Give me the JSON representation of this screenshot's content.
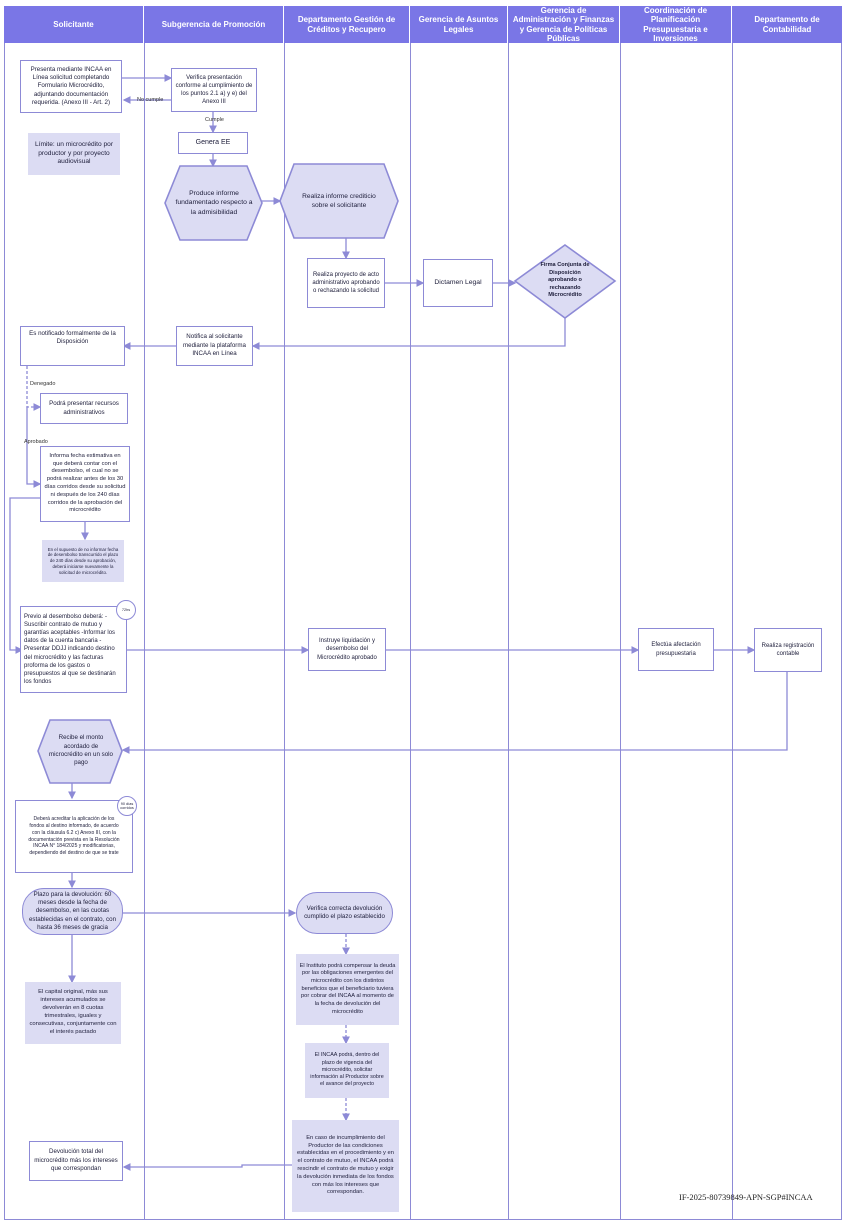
{
  "lanes": [
    "Solicitante",
    "Subgerencia de Promoción",
    "Departamento Gestión de Créditos y Recupero",
    "Gerencia de Asuntos Legales",
    "Gerencia de Administración y Finanzas y Gerencia de Políticas Públicas",
    "Coordinación de Planificación Presupuestaria e Inversiones",
    "Departamento de Contabilidad"
  ],
  "nodes": {
    "presenta": "Presenta mediante INCAA en Línea solicitud completando Formulario Microcrédito, adjuntando documentación requerida. (Anexo III - Art. 2)",
    "verifica": "Verifica presentación conforme al cumplimiento de los puntos 2.1 a) y e) del Anexo III",
    "limite": "Límite: un microcrédito por productor y por proyecto audiovisual",
    "genera": "Genera EE",
    "produce": "Produce informe fundamentado respecto a la admisibilidad",
    "realiza_informe": "Realiza informe crediticio sobre el solicitante",
    "realiza_proyecto": "Realiza proyecto de acto administrativo aprobando o rechazando la solicitud",
    "dictamen": "Dictamen Legal",
    "firma": "Firma Conjunta de Disposición aprobando o rechazando Microcrédito",
    "notifica": "Notifica al solicitante mediante la plataforma INCAA en Línea",
    "notificado": "Es notificado formalmente de la Disposición",
    "recursos": "Podrá presentar recursos administrativos",
    "informa": "Informa fecha estimativa en que deberá contar con el desembolso, el cual no se podrá realizar antes de los 30 días corridos desde su solicitud ni después de los 240 días corridos de la aprobación del microcrédito",
    "nota_240": "En el supuesto de no informar fecha de desembolso transcurrido el plazo de 240 días desde su aprobación, deberá iniciarse nuevamente la solicitud de microcrédito.",
    "previo": "Previo al desembolso deberá: -Suscribir contrato de mutuo y garantías aceptables -Informar los datos de la cuenta bancaria -Presentar DDJJ indicando destino del microcrédito y las facturas proforma de los gastos o presupuestos al que se destinarán los fondos",
    "instruye": "Instruye liquidación y desembolso del Microcrédito aprobado",
    "efectua": "Efectúa afectación presupuestaria",
    "registra": "Realiza registración contable",
    "recibe": "Recibe el monto acordado de microcrédito en un solo pago",
    "acreditar": "Deberá acreditar la aplicación de los fondos al destino informado, de acuerdo con la cláusula 6.2 c) Anexo III, con la documentación prevista en la Resolución INCAA N° 184/2025 y modificatorias, dependiendo del destino de que se trate",
    "plazo": "Plazo para la devolución: 60 meses desde la fecha de desembolso, en las cuotas establecidas en el contrato, con hasta 36 meses de gracia",
    "verifica_dev": "Verifica correcta devolución cumplido el plazo establecido",
    "capital": "El capital original, más sus intereses acumulados se devolverán en 8 cuotas trimestrales, iguales y consecutivas, conjuntamente con el interés pactado",
    "compensar": "El Instituto podrá compensar la deuda por las obligaciones emergentes del microcrédito con los distintos beneficios que el beneficiario tuviera por cobrar del INCAA al momento de la fecha de devolución del microcrédito",
    "solicitar": "El INCAA podrá, dentro del plazo de vigencia del microcrédito, solicitar información al Productor sobre el avance del proyecto",
    "incumplimiento": "En caso de incumplimiento del Productor de las condiciones establecidas en el procedimiento y en el contrato de mutuo, el INCAA podrá rescindir el contrato de mutuo y exigir la devolución inmediata de los fondos con más los intereses que correspondan.",
    "devolucion": "Devolución total del microcrédito más los intereses que correspondan"
  },
  "labels": {
    "no_cumple": "No cumple",
    "cumple": "Cumple",
    "denegado": "Denegado",
    "aprobado": "Aprobado",
    "badge_72": "72hs",
    "badge_90": "90 días corridos"
  },
  "footer": "IF-2025-80739849-APN-SGP#INCAA"
}
